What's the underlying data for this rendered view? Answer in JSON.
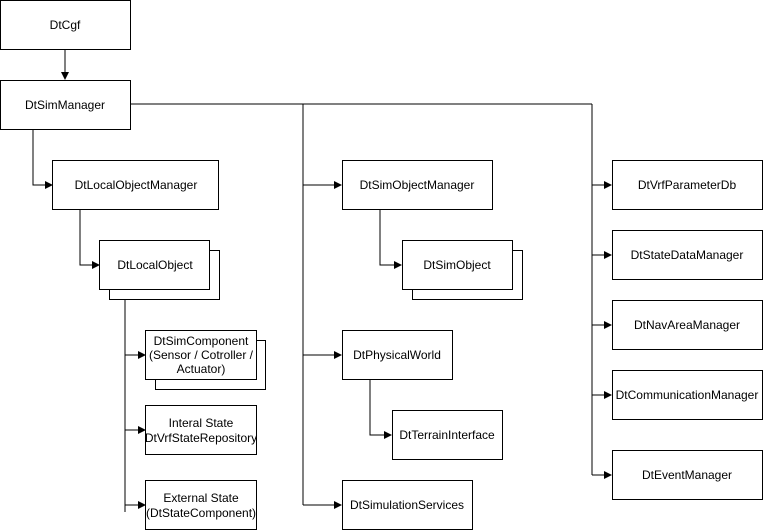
{
  "nodes": {
    "dtcgf": "DtCgf",
    "dtsimmanager": "DtSimManager",
    "dtlocalobjectmanager": "DtLocalObjectManager",
    "dtlocalobject": "DtLocalObject",
    "dtsimcomponent": [
      "DtSimComponent",
      "(Sensor / Cotroller /",
      "Actuator)"
    ],
    "internal_state": [
      "Interal State",
      "DtVrfStateRepository"
    ],
    "external_state": [
      "External State",
      "(DtStateComponent)"
    ],
    "dtsimobjectmanager": "DtSimObjectManager",
    "dtsimobject": "DtSimObject",
    "dtphysicalworld": "DtPhysicalWorld",
    "dtterraininterface": "DtTerrainInterface",
    "dtsimulationservices": "DtSimulationServices",
    "dtvrfparameterdb": "DtVrfParameterDb",
    "dtstatedatamanager": "DtStateDataManager",
    "dtnavareamanager": "DtNavAreaManager",
    "dtcommunicationmanager": "DtCommunicationManager",
    "dteventmanager": "DtEventManager"
  },
  "colors": {
    "stroke": "#000000",
    "fill": "#ffffff",
    "text": "#000000"
  }
}
